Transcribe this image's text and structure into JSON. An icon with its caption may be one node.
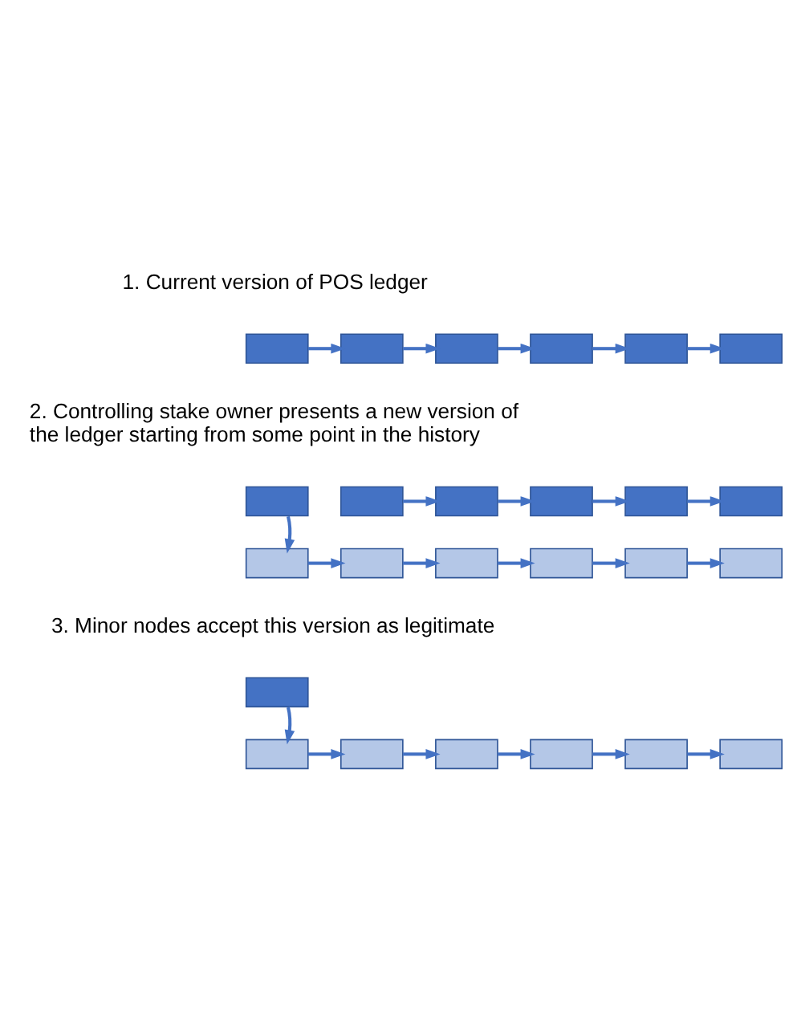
{
  "diagram": {
    "nodes": [
      {
        "text": [],
        "shape": "box"
      },
      {
        "text": [],
        "shape": "box"
      },
      {
        "text": [],
        "shape": "box"
      },
      {
        "text": [],
        "shape": "box"
      },
      {
        "text": [],
        "shape": "box"
      },
      {
        "text": [],
        "shape": "box"
      },
      {
        "text": [],
        "shape": "box"
      },
      {
        "text": [],
        "shape": "box"
      },
      {
        "text": [],
        "shape": "box"
      },
      {
        "text": [],
        "shape": "box"
      },
      {
        "text": [],
        "shape": "box"
      },
      {
        "text": [],
        "shape": "box"
      },
      {
        "text": [],
        "shape": "box"
      },
      {
        "text": [],
        "shape": "box"
      },
      {
        "text": [],
        "shape": "box"
      },
      {
        "text": [],
        "shape": "box"
      },
      {
        "text": [],
        "shape": "box"
      },
      {
        "text": [],
        "shape": "box"
      },
      {
        "text": [],
        "shape": "box"
      },
      {
        "text": [],
        "shape": "box"
      },
      {
        "text": [],
        "shape": "box"
      },
      {
        "text": [],
        "shape": "box"
      },
      {
        "text": [],
        "shape": "box"
      },
      {
        "text": [],
        "shape": "box"
      },
      {
        "text": [],
        "shape": "box"
      }
    ],
    "edges": [
      {
        "from": 0,
        "to": 1,
        "arrow": "to"
      },
      {
        "from": 1,
        "to": 2,
        "arrow": "to"
      },
      {
        "from": 2,
        "to": 3,
        "arrow": "to"
      },
      {
        "from": 3,
        "to": 4,
        "arrow": "to"
      },
      {
        "from": 4,
        "to": 5,
        "arrow": "to"
      },
      {
        "from": 6,
        "to": 12,
        "arrow": "to"
      },
      {
        "from": 7,
        "to": 8,
        "arrow": "to"
      },
      {
        "from": 8,
        "to": 9,
        "arrow": "to"
      },
      {
        "from": 9,
        "to": 10,
        "arrow": "to"
      },
      {
        "from": 10,
        "to": 11,
        "arrow": "to"
      },
      {
        "from": 12,
        "to": 13,
        "arrow": "to"
      },
      {
        "from": 13,
        "to": 14,
        "arrow": "to"
      },
      {
        "from": 14,
        "to": 15,
        "arrow": "to"
      },
      {
        "from": 15,
        "to": 16,
        "arrow": "to"
      },
      {
        "from": 16,
        "to": 17,
        "arrow": "to"
      },
      {
        "from": 18,
        "to": 19,
        "arrow": "to"
      },
      {
        "from": 19,
        "to": 20,
        "arrow": "to"
      },
      {
        "from": 20,
        "to": 21,
        "arrow": "to"
      },
      {
        "from": 21,
        "to": 22,
        "arrow": "to"
      },
      {
        "from": 22,
        "to": 23,
        "arrow": "to"
      },
      {
        "from": 23,
        "to": 24,
        "arrow": "to"
      }
    ],
    "labels": [
      "1. Current version of POS ledger",
      "2. Controlling stake owner presents a new version of the ledger starting from some point in the history",
      "3. Minor nodes accept this version as legitimate"
    ]
  }
}
